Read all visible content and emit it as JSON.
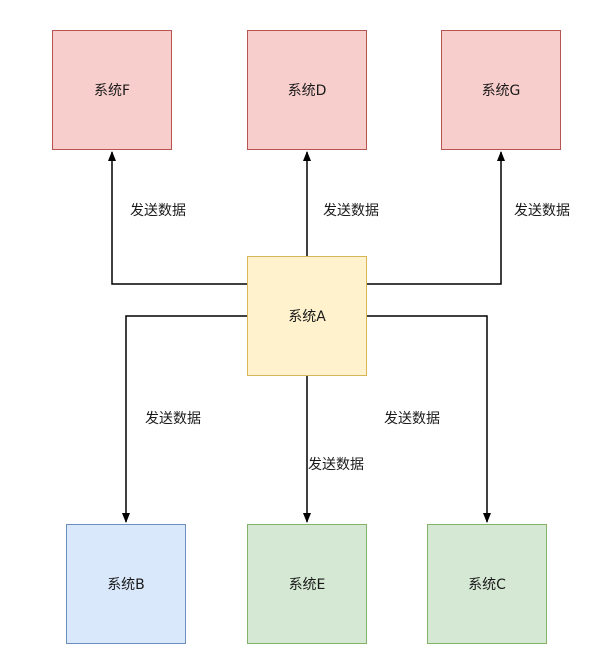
{
  "nodes": {
    "f": {
      "label": "系统F"
    },
    "d": {
      "label": "系统D"
    },
    "g": {
      "label": "系统G"
    },
    "a": {
      "label": "系统A"
    },
    "b": {
      "label": "系统B"
    },
    "e": {
      "label": "系统E"
    },
    "c": {
      "label": "系统C"
    }
  },
  "edges": {
    "to_f": {
      "label": "发送数据"
    },
    "to_d": {
      "label": "发送数据"
    },
    "to_g": {
      "label": "发送数据"
    },
    "to_b": {
      "label": "发送数据"
    },
    "to_e": {
      "label": "发送数据"
    },
    "to_c": {
      "label": "发送数据"
    }
  },
  "colors": {
    "red_fill": "#f8cecc",
    "red_border": "#b85450",
    "yellow_fill": "#fff2cc",
    "yellow_border": "#d6b656",
    "blue_fill": "#dae8fc",
    "blue_border": "#6c8ebf",
    "green_fill": "#d5e8d4",
    "green_border": "#82b366",
    "line": "#000000"
  }
}
